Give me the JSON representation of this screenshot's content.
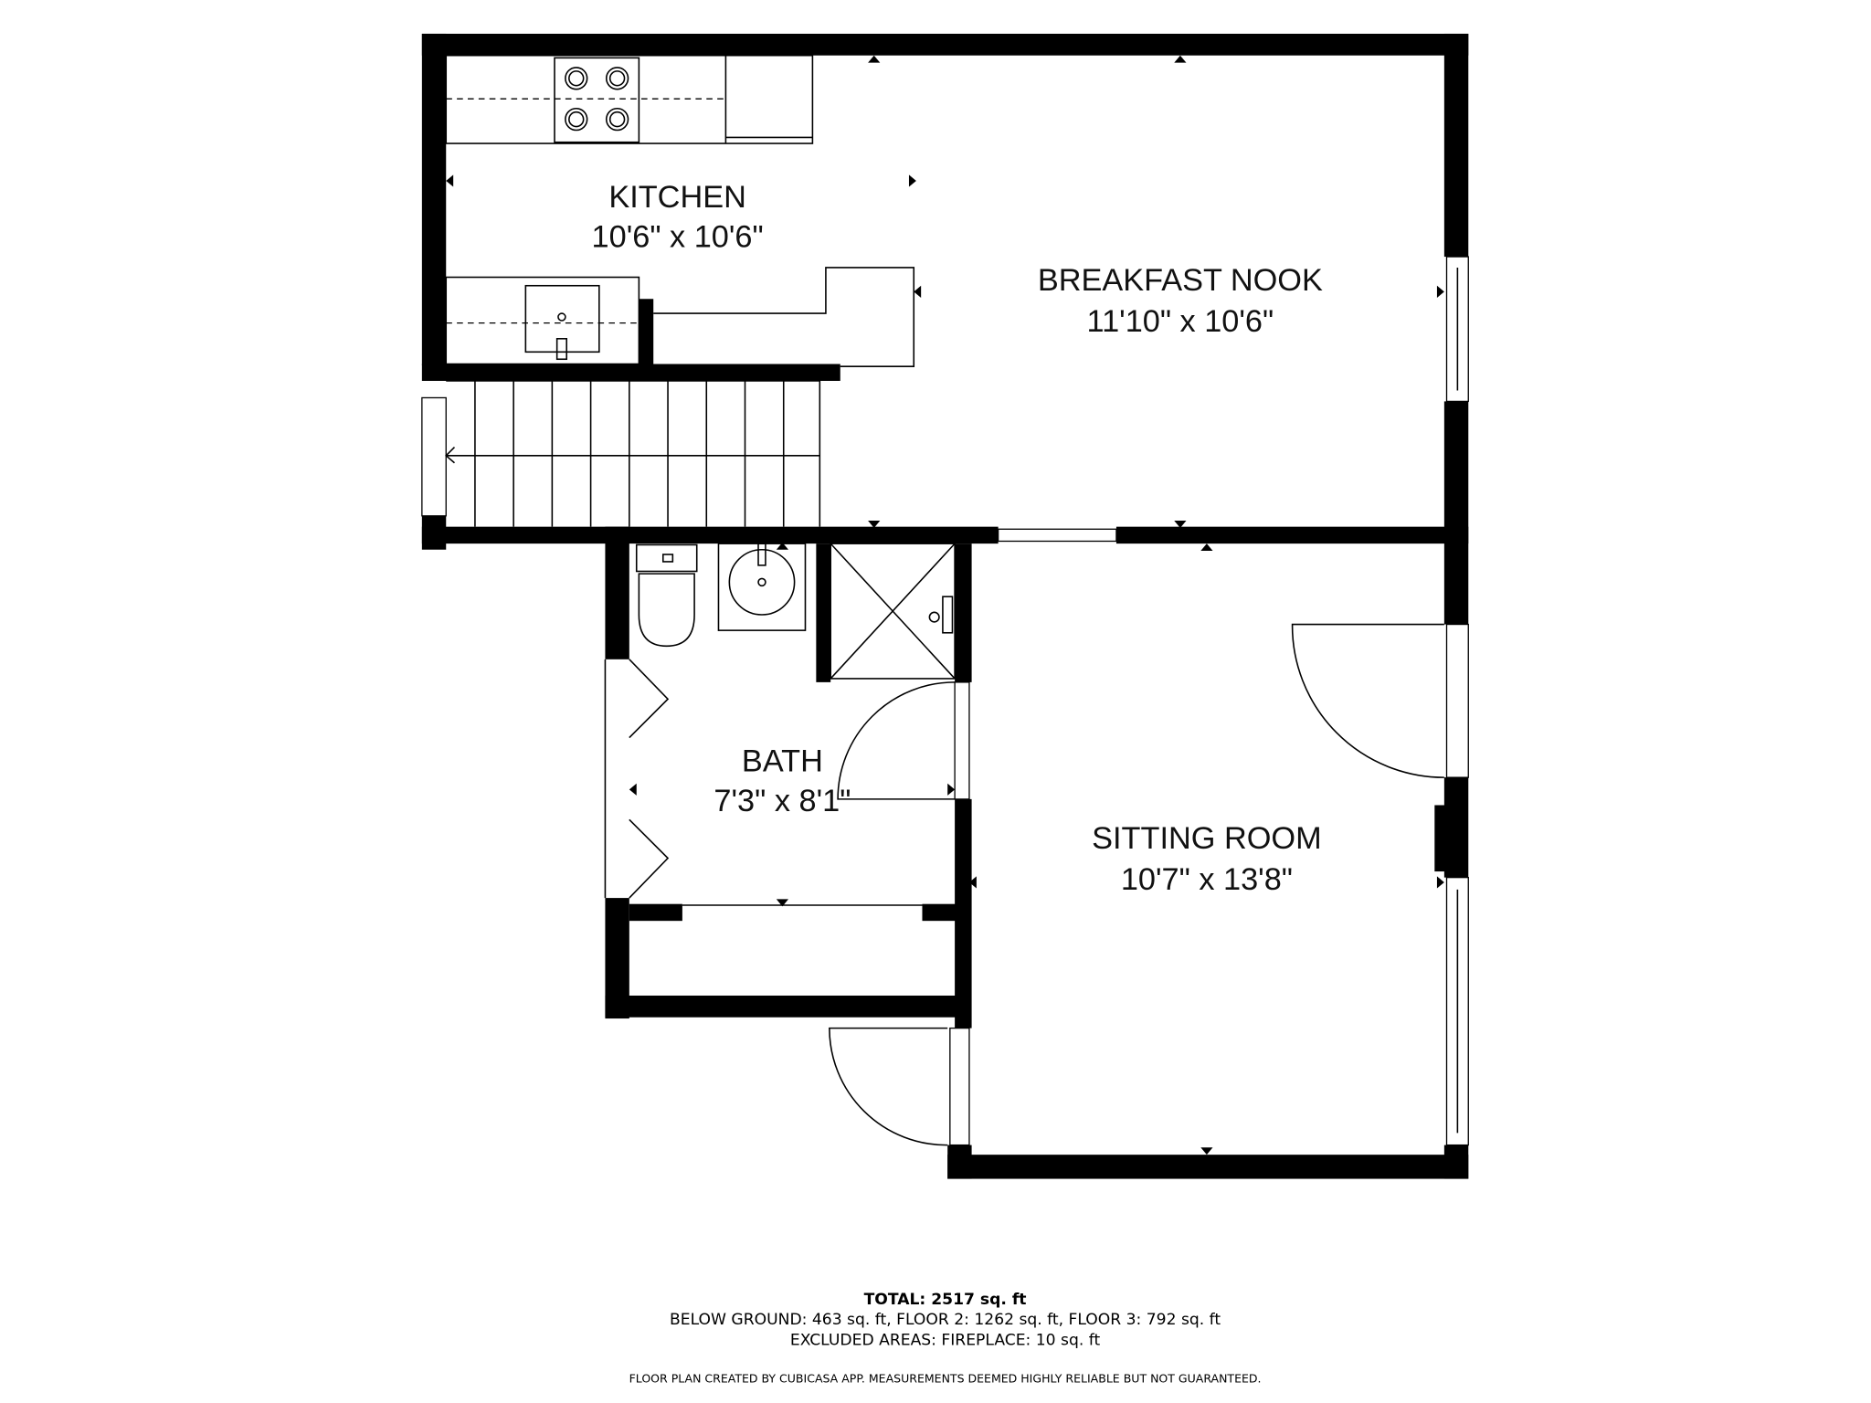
{
  "rooms": {
    "kitchen": {
      "name": "KITCHEN",
      "size": "10'6\" x 10'6\""
    },
    "breakfast_nook": {
      "name": "BREAKFAST NOOK",
      "size": "11'10\" x 10'6\""
    },
    "bath": {
      "name": "BATH",
      "size": "7'3\" x 8'1\""
    },
    "sitting_room": {
      "name": "SITTING ROOM",
      "size": "10'7\" x 13'8\""
    }
  },
  "footer": {
    "total": "TOTAL: 2517 sq. ft",
    "floors": "BELOW GROUND: 463 sq. ft, FLOOR 2: 1262 sq. ft, FLOOR 3: 792 sq. ft",
    "excluded": "EXCLUDED AREAS: FIREPLACE: 10 sq. ft",
    "disclaimer": "FLOOR PLAN CREATED BY CUBICASA APP. MEASUREMENTS DEEMED HIGHLY RELIABLE BUT NOT GUARANTEED."
  }
}
